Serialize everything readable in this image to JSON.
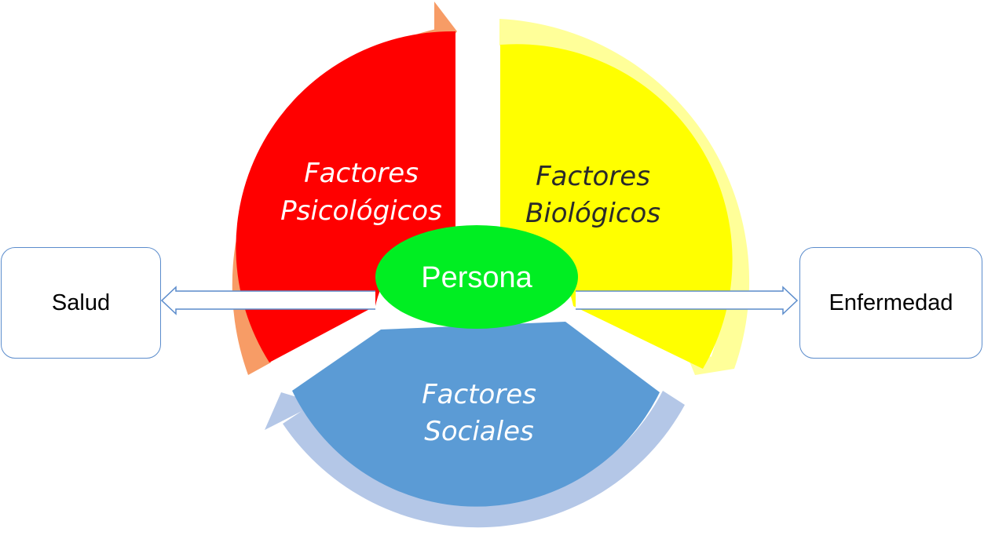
{
  "center": {
    "label": "Persona",
    "color": "#00ee22"
  },
  "segments": {
    "psicologicos": {
      "line1": "Factores",
      "line2": "Psicológicos",
      "fill": "#ff0000",
      "arrow": "#f79c66",
      "text_color": "#ffffff"
    },
    "biologicos": {
      "line1": "Factores",
      "line2": "Biológicos",
      "fill": "#ffff00",
      "arrow": "#ffff99",
      "text_color": "#2a2a2a"
    },
    "sociales": {
      "line1": "Factores",
      "line2": "Sociales",
      "fill": "#5b9bd5",
      "arrow": "#b4c7e7",
      "text_color": "#ffffff"
    }
  },
  "left_box": {
    "label": "Salud"
  },
  "right_box": {
    "label": "Enfermedad"
  },
  "connector_color": "#5b8ccc"
}
